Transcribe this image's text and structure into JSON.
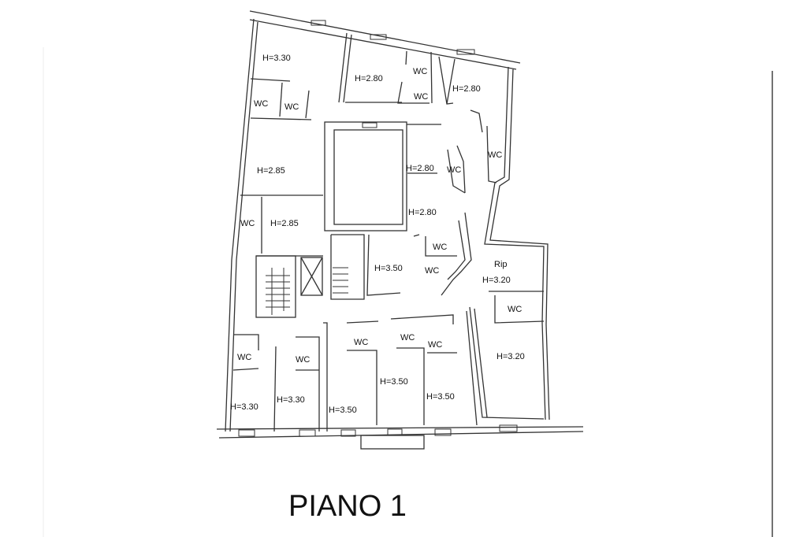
{
  "title": "PIANO 1",
  "rooms": [
    {
      "label": "H=3.30"
    },
    {
      "label": "H=2.80"
    },
    {
      "label": "WC"
    },
    {
      "label": "WC"
    },
    {
      "label": "H=2.80"
    },
    {
      "label": "WC"
    },
    {
      "label": "WC"
    },
    {
      "label": "WC"
    },
    {
      "label": "H=2.85"
    },
    {
      "label": "H=2.80"
    },
    {
      "label": "WC"
    },
    {
      "label": "H=2.80"
    },
    {
      "label": "WC"
    },
    {
      "label": "H=2.85"
    },
    {
      "label": "WC"
    },
    {
      "label": "H=3.50"
    },
    {
      "label": "WC"
    },
    {
      "label": "Rip"
    },
    {
      "label": "H=3.20"
    },
    {
      "label": "WC"
    },
    {
      "label": "WC"
    },
    {
      "label": "WC"
    },
    {
      "label": "WC"
    },
    {
      "label": "WC"
    },
    {
      "label": "WC"
    },
    {
      "label": "H=3.20"
    },
    {
      "label": "H=3.50"
    },
    {
      "label": "H=3.50"
    },
    {
      "label": "H=3.30"
    },
    {
      "label": "H=3.30"
    },
    {
      "label": "H=3.50"
    }
  ]
}
